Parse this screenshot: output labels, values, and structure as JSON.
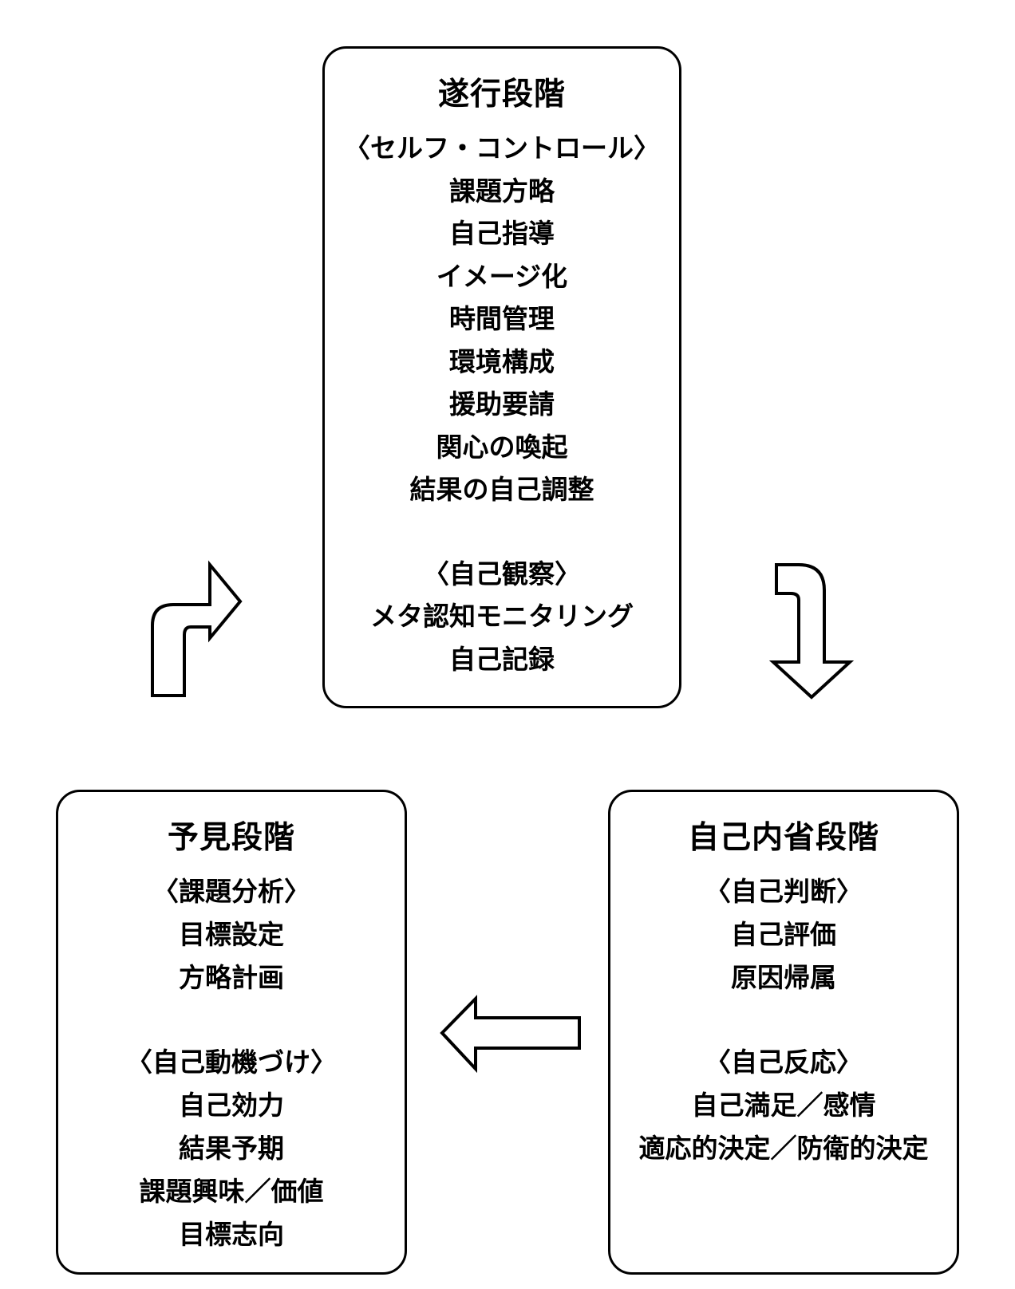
{
  "stages": {
    "performance": {
      "title": "遂行段階",
      "groups": [
        {
          "heading": "〈セルフ・コントロール〉",
          "items": [
            "課題方略",
            "自己指導",
            "イメージ化",
            "時間管理",
            "環境構成",
            "援助要請",
            "関心の喚起",
            "結果の自己調整"
          ]
        },
        {
          "heading": "〈自己観察〉",
          "items": [
            "メタ認知モニタリング",
            "自己記録"
          ]
        }
      ]
    },
    "forethought": {
      "title": "予見段階",
      "groups": [
        {
          "heading": "〈課題分析〉",
          "items": [
            "目標設定",
            "方略計画"
          ]
        },
        {
          "heading": "〈自己動機づけ〉",
          "items": [
            "自己効力",
            "結果予期",
            "課題興味／価値",
            "目標志向"
          ]
        }
      ]
    },
    "reflection": {
      "title": "自己内省段階",
      "groups": [
        {
          "heading": "〈自己判断〉",
          "items": [
            "自己評価",
            "原因帰属"
          ]
        },
        {
          "heading": "〈自己反応〉",
          "items": [
            "自己満足／感情",
            "適応的決定／防衛的決定"
          ]
        }
      ]
    }
  },
  "arrows": {
    "forethought_to_performance": "arrow-up-right-icon",
    "performance_to_reflection": "arrow-right-down-icon",
    "reflection_to_forethought": "arrow-left-icon"
  }
}
